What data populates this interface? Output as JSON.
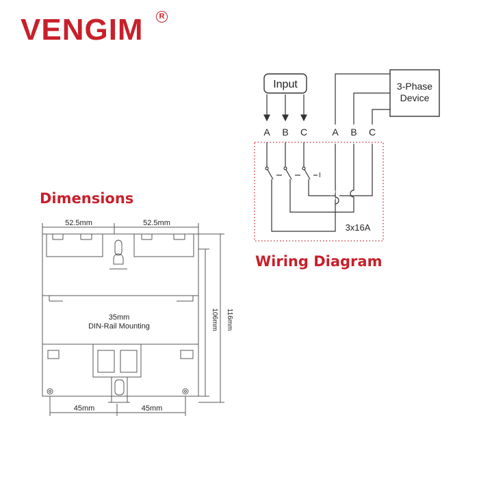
{
  "brand": {
    "name": "VENGIM",
    "registered": "R"
  },
  "dimensions": {
    "title": "Dimensions",
    "top_left_width": "52.5mm",
    "top_right_width": "52.5mm",
    "center_label_1": "35mm",
    "center_label_2": "DIN-Rail Mounting",
    "inner_height": "106mm",
    "outer_height": "116mm",
    "bottom_left_width": "45mm",
    "bottom_right_width": "45mm"
  },
  "wiring": {
    "title": "Wiring Diagram",
    "input_label": "Input",
    "device_label_1": "3-Phase",
    "device_label_2": "Device",
    "input_phases": [
      "A",
      "B",
      "C"
    ],
    "output_phases": [
      "A",
      "B",
      "C"
    ],
    "switch_mark": "I",
    "rating": "3x16A",
    "accent_color": "#c8202b"
  }
}
